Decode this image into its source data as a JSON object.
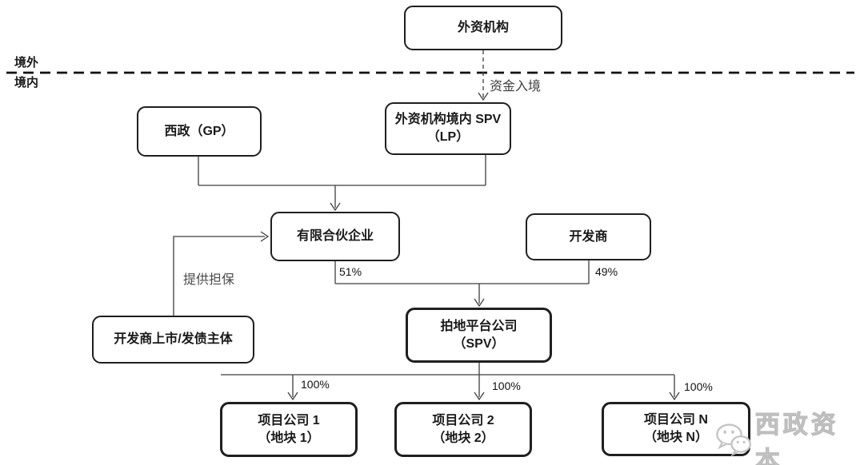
{
  "regions": {
    "outside_label": "境外",
    "inside_label": "境内"
  },
  "nodes": {
    "foreign_institution": {
      "label": "外资机构"
    },
    "gp": {
      "label": "西政（GP）"
    },
    "onshore_spv": {
      "line1": "外资机构境内 SPV",
      "line2": "（LP）"
    },
    "limited_partnership": {
      "label": "有限合伙企业"
    },
    "developer": {
      "label": "开发商"
    },
    "land_platform": {
      "line1": "拍地平台公司",
      "line2": "（SPV）"
    },
    "developer_listed_entity": {
      "label": "开发商上市/发债主体"
    },
    "project_company_1": {
      "line1": "项目公司 1",
      "line2": "（地块 1）"
    },
    "project_company_2": {
      "line1": "项目公司 2",
      "line2": "（地块 2）"
    },
    "project_company_n": {
      "line1": "项目公司 N",
      "line2": "（地块 N）"
    }
  },
  "edges": {
    "capital_inflow_label": "资金入境",
    "guarantee_label": "提供担保",
    "lp_share": "51%",
    "developer_share": "49%",
    "project1_share": "100%",
    "project2_share": "100%",
    "projectn_share": "100%"
  },
  "watermark": {
    "brand": "西政资本",
    "icon": "wechat-icon"
  },
  "colors": {
    "line": "#3f3f3f",
    "box_border": "#1f1f1f",
    "watermark": "#c4c4c4"
  }
}
